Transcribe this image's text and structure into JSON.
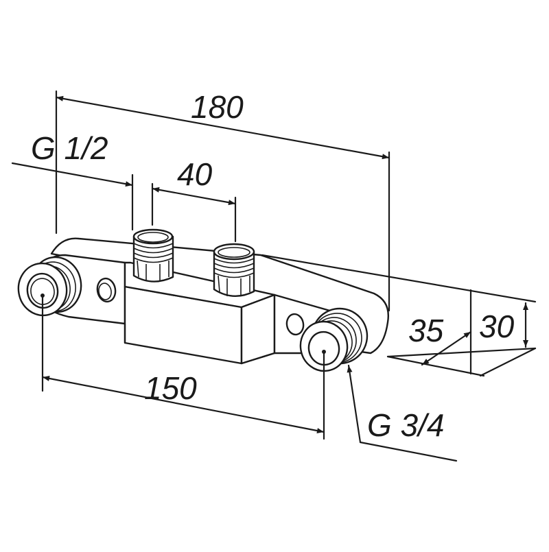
{
  "dimensions": {
    "overall_length": "180",
    "g_half": "G 1/2",
    "outlet_spacing": "40",
    "inlet_spacing": "150",
    "g_three_quarter": "G 3/4",
    "depth": "35",
    "height": "30"
  },
  "colors": {
    "stroke": "#1a1a1a",
    "background": "#ffffff"
  }
}
